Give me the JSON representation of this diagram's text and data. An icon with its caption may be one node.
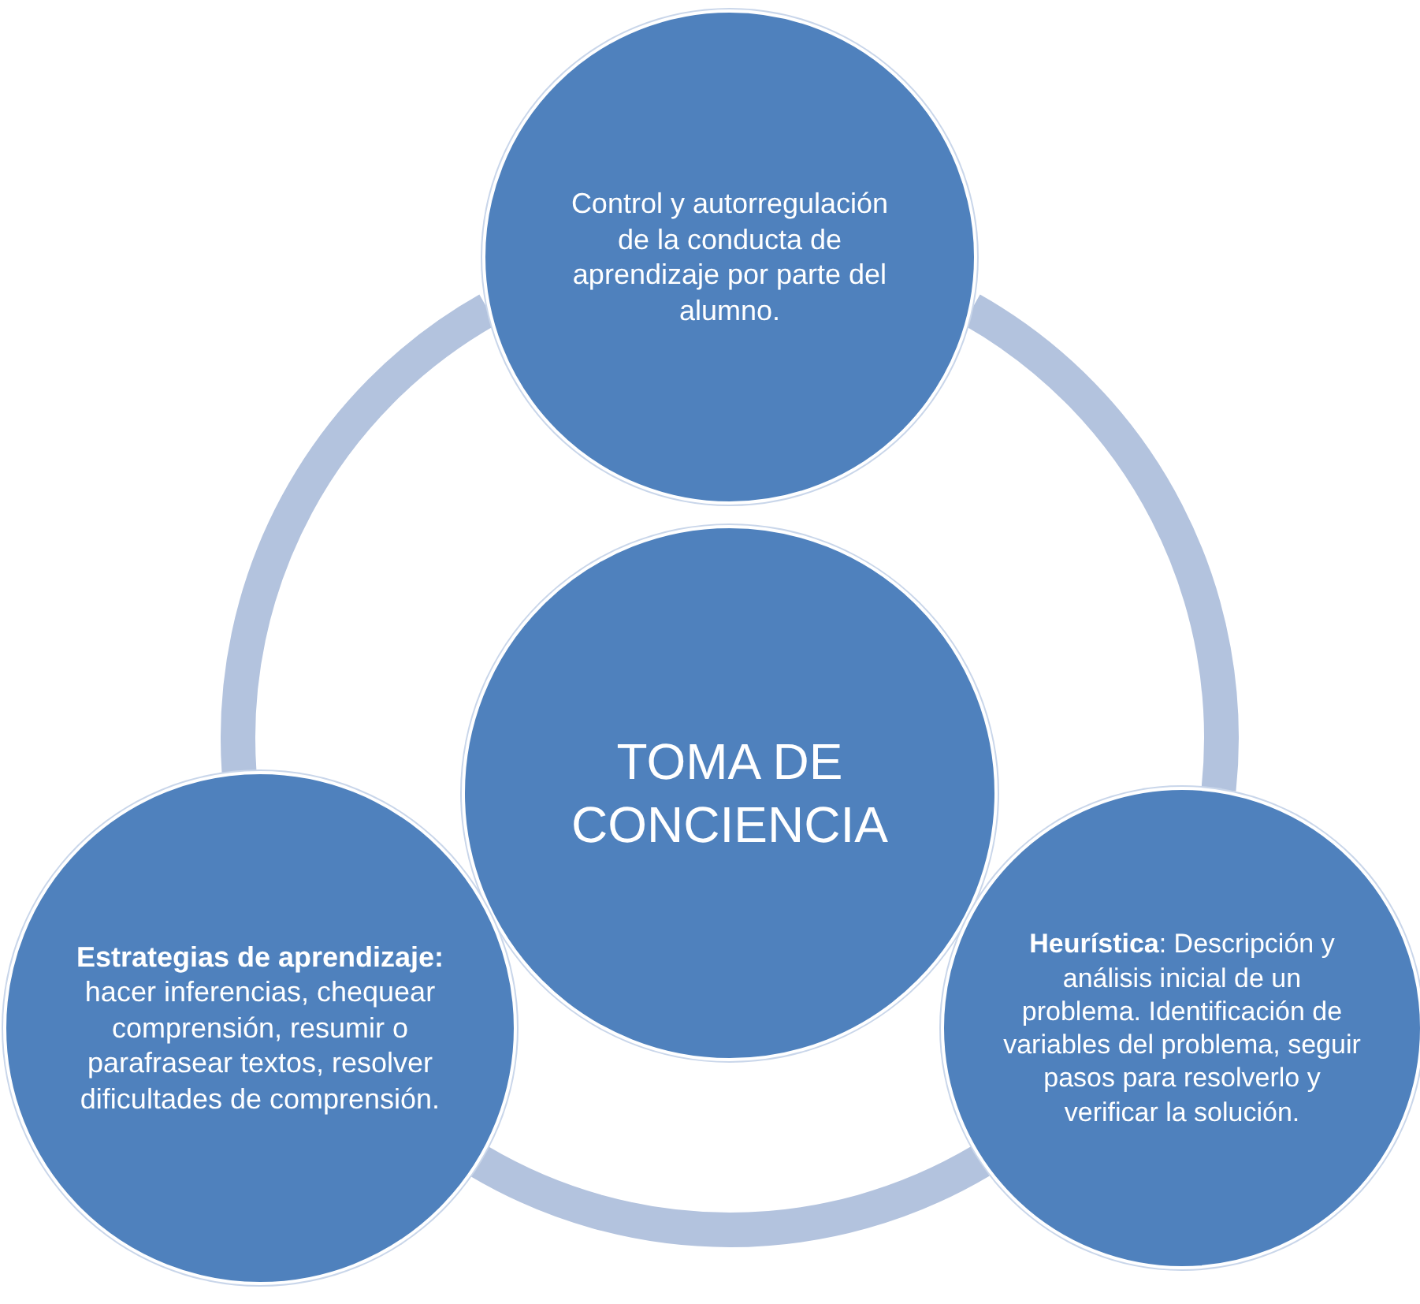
{
  "diagram": {
    "nodes": [
      {
        "text": [
          "Control y autorregulación de la conducta de aprendizaje por parte del alumno."
        ]
      },
      {
        "text": [
          "TOMA DE CONCIENCIA"
        ]
      },
      {
        "text": [
          "**Estrategias de aprendizaje:** hacer inferencias, chequear comprensión, resumir o parafrasear textos, resolver dificultades de comprensión."
        ]
      },
      {
        "text": [
          "**Heurística**: Descripción y análisis inicial de un problema. Identificación de variables del problema, seguir pasos para resolverlo y verificar la solución."
        ]
      }
    ],
    "edges": [
      {
        "from": 0,
        "to": 3,
        "arrow": "none"
      },
      {
        "from": 3,
        "to": 2,
        "arrow": "none"
      },
      {
        "from": 2,
        "to": 0,
        "arrow": "none"
      }
    ]
  }
}
